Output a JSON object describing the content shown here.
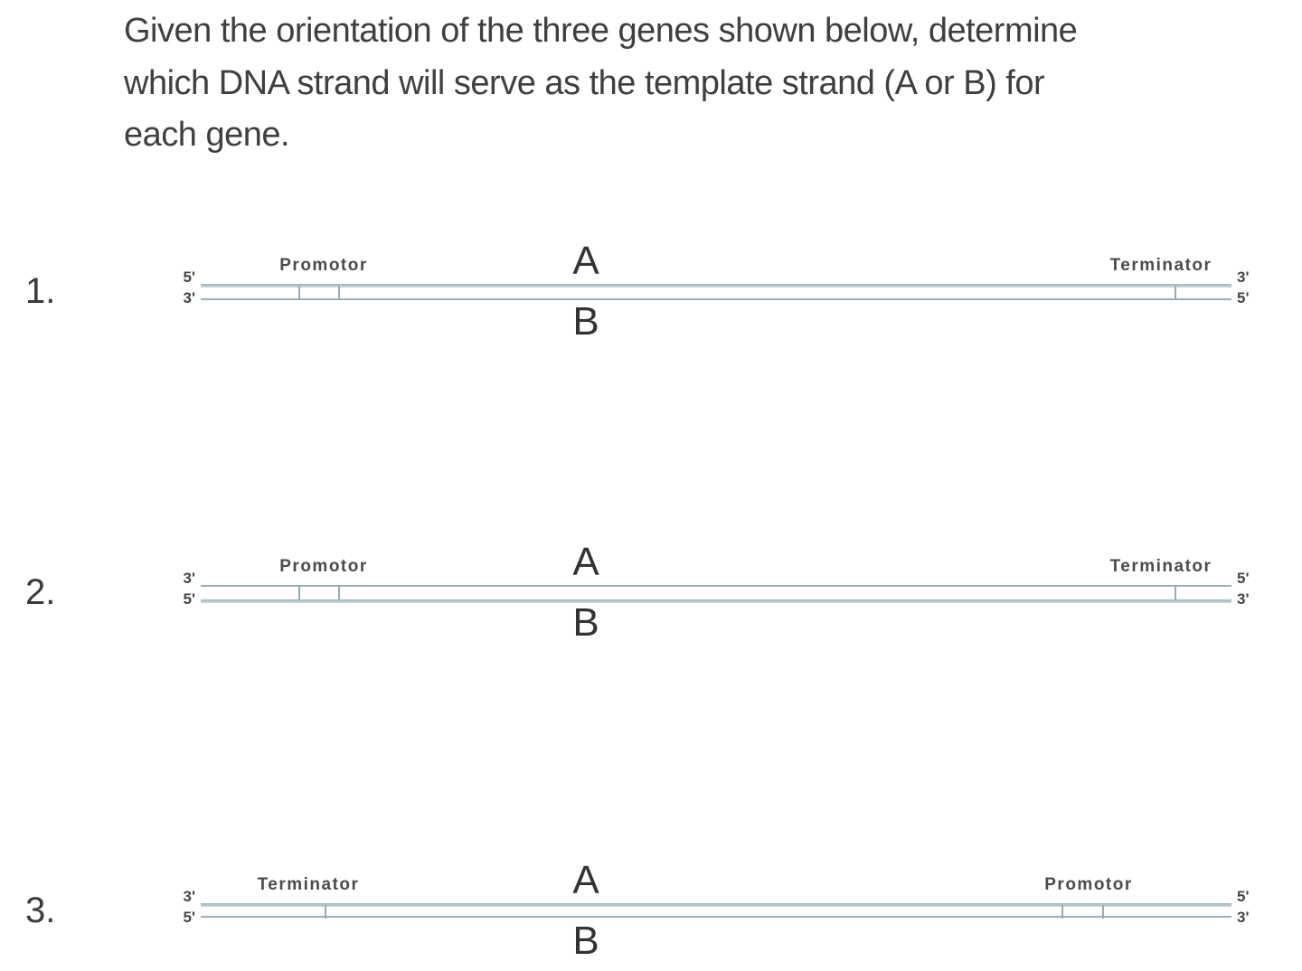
{
  "question": {
    "lines": [
      "Given the orientation of the three genes shown below, determine",
      "which DNA strand will serve as the template strand (A or B) for",
      "each gene."
    ]
  },
  "diagrams": [
    {
      "number": "1.",
      "left_end": {
        "top": "5'",
        "bottom": "3'"
      },
      "right_end": {
        "top": "3'",
        "bottom": "5'"
      },
      "left_feature": "Promotor",
      "right_feature": "Terminator",
      "strand_top_label": "A",
      "strand_bottom_label": "B"
    },
    {
      "number": "2.",
      "left_end": {
        "top": "3'",
        "bottom": "5'"
      },
      "right_end": {
        "top": "5'",
        "bottom": "3'"
      },
      "left_feature": "Promotor",
      "right_feature": "Terminator",
      "strand_top_label": "A",
      "strand_bottom_label": "B"
    },
    {
      "number": "3.",
      "left_end": {
        "top": "3'",
        "bottom": "5'"
      },
      "right_end": {
        "top": "5'",
        "bottom": "3'"
      },
      "left_feature": "Terminator",
      "right_feature": "Promotor",
      "strand_top_label": "A",
      "strand_bottom_label": "B"
    }
  ],
  "colors": {
    "strand_light": "#cdd9db",
    "strand_dark": "#9aafb5",
    "text": "#3f3f3f"
  }
}
